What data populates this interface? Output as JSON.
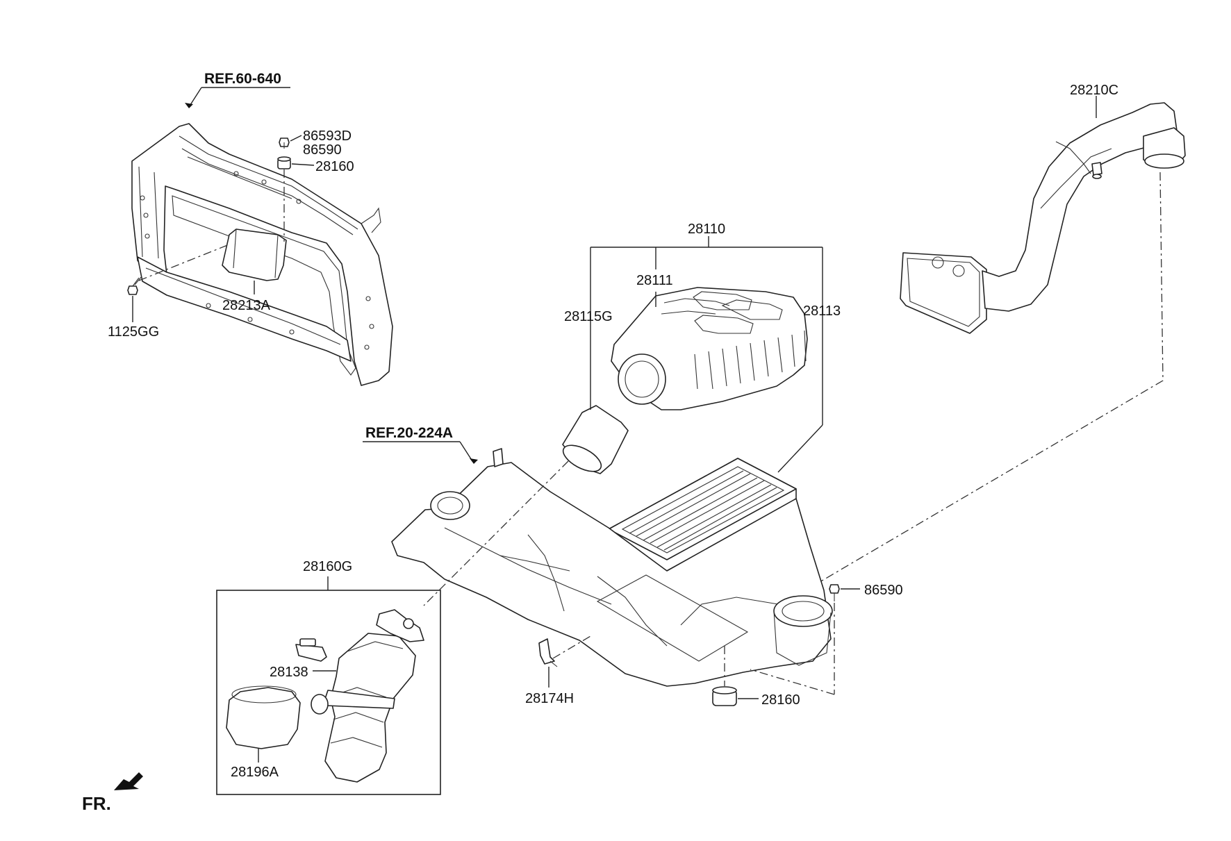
{
  "references": {
    "radiator_support": "REF.60-640",
    "intake": "REF.20-224A"
  },
  "labels": {
    "p86593D": "86593D",
    "p86590_top": "86590",
    "p28160_top": "28160",
    "p1125GG": "1125GG",
    "p28213A": "28213A",
    "p28210C": "28210C",
    "p28110": "28110",
    "p28111": "28111",
    "p28115G": "28115G",
    "p28113": "28113",
    "p28160G": "28160G",
    "p28138": "28138",
    "p28196A": "28196A",
    "p28174H": "28174H",
    "p86590_right": "86590",
    "p28160_bottom": "28160"
  },
  "direction": {
    "label": "FR.",
    "icon": "front-arrow-icon"
  }
}
